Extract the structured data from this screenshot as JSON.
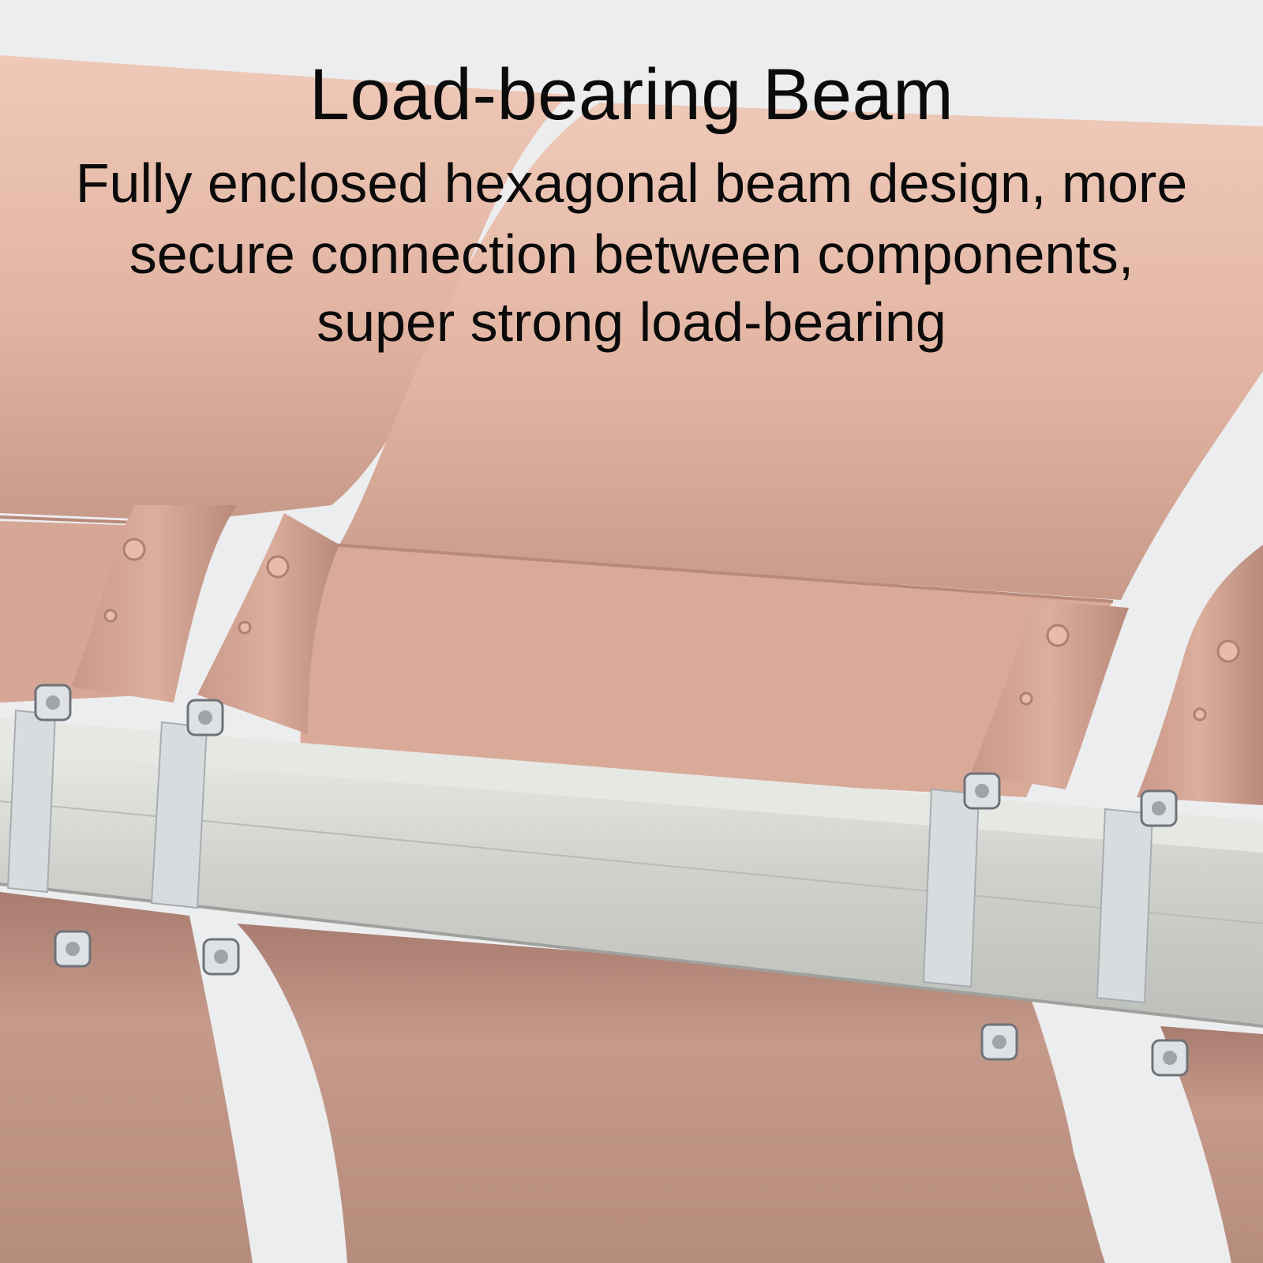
{
  "caption": {
    "title": "Load-bearing Beam",
    "lines": [
      "Fully enclosed hexagonal beam design, more",
      "secure connection between components,",
      "super strong load-bearing"
    ]
  },
  "colors": {
    "background": "#ecedef",
    "seat": "#e8bfae",
    "seat_shadow": "#b98c7c",
    "beam": "#cfd1cf",
    "bracket": "#d9dcdf",
    "text": "#0b0b0b"
  }
}
